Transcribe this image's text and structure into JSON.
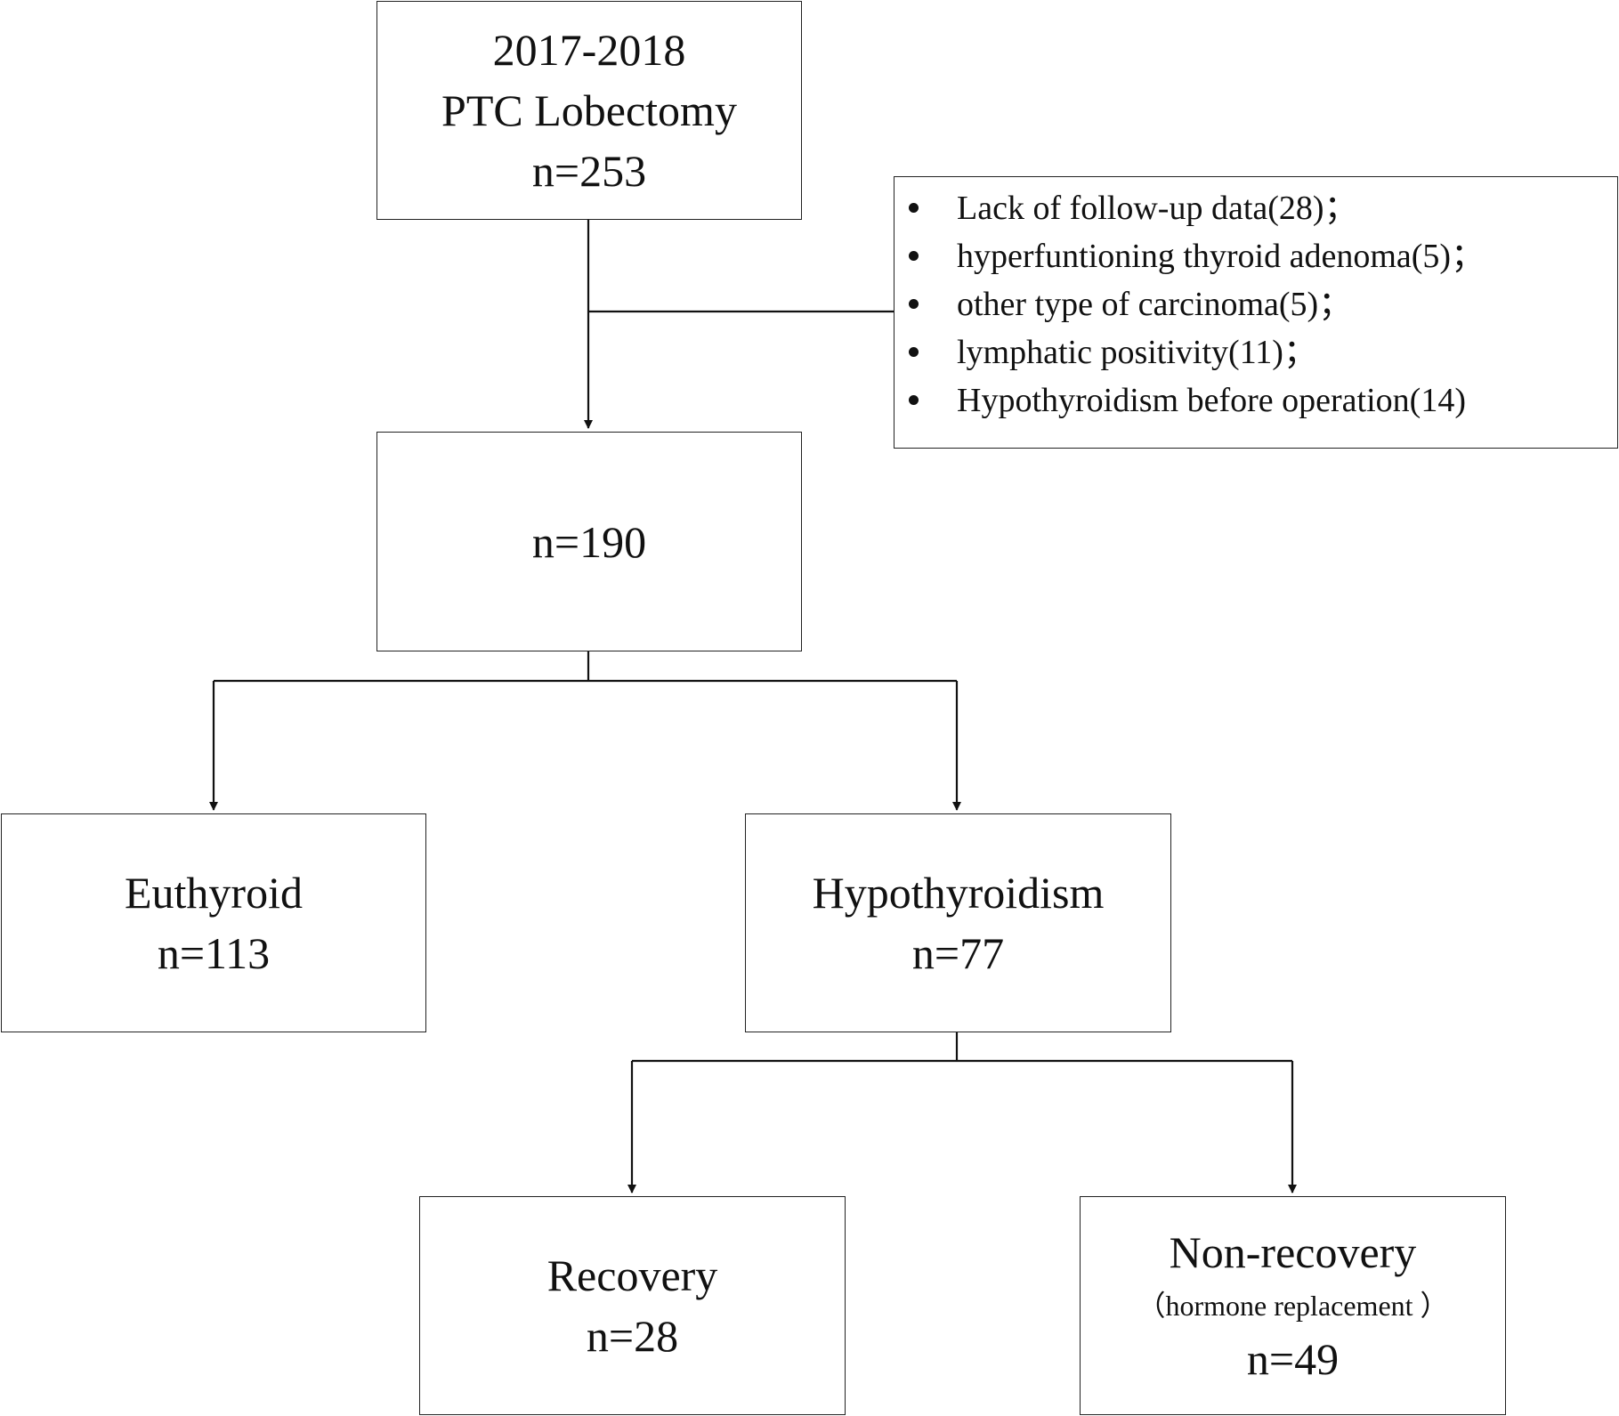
{
  "boxes": {
    "top": {
      "line1": "2017-2018",
      "line2": "PTC Lobectomy",
      "line3": "n=253"
    },
    "middle": {
      "line1": "n=190"
    },
    "euthyroid": {
      "label": "Euthyroid",
      "count": "n=113"
    },
    "hypothyroidism": {
      "label": "Hypothyroidism",
      "count": "n=77"
    },
    "recovery": {
      "label": "Recovery",
      "count": "n=28"
    },
    "nonrecovery": {
      "label": "Non-recovery",
      "sublabel": "（hormone replacement ）",
      "count": "n=49"
    }
  },
  "exclusions": [
    "Lack of follow-up data(28)；",
    "hyperfuntioning thyroid adenoma(5)；",
    "other type of carcinoma(5)；",
    "lymphatic positivity(11)；",
    "Hypothyroidism before operation(14)"
  ],
  "colors": {
    "line": "#111111",
    "border": "#222222",
    "background": "#ffffff"
  }
}
